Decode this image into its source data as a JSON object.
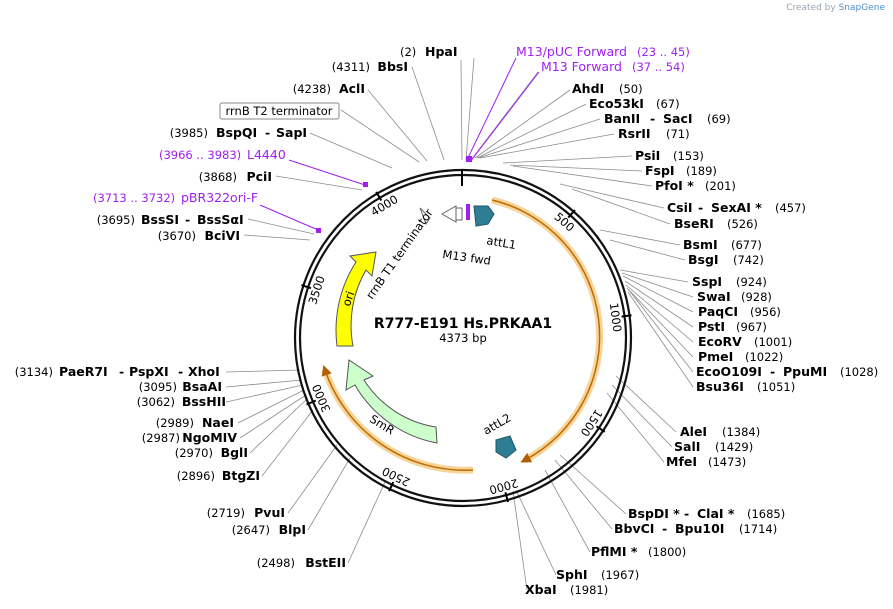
{
  "plasmid": {
    "name": "R777-E191 Hs.PRKAA1",
    "length_label": "4373 bp",
    "length": 4373
  },
  "credit": {
    "prefix": "Created by",
    "brand": "SnapGene"
  },
  "colors": {
    "ori": "#ffff00",
    "smr": "#ccffcc",
    "att": "#2e7d94",
    "primer": "#a020f0",
    "frame": "#f5a623"
  },
  "ticks": [
    "500",
    "1000",
    "1500",
    "2000",
    "2500",
    "3000",
    "3500",
    "4000"
  ],
  "features": {
    "rrnb_t1": "rrnB T1 terminator",
    "ori": "ori",
    "smr": "SmR",
    "attl1": "attL1",
    "m13fwd": "M13 fwd",
    "attl2": "attL2",
    "rrnb_t2": "rrnB T2 terminator"
  },
  "primers": [
    {
      "name": "M13/pUC Forward",
      "pos": "(23 .. 45)"
    },
    {
      "name": "M13 Forward",
      "pos": "(37 .. 54)"
    },
    {
      "name": "L4440",
      "pos": "(3966 .. 3983)"
    },
    {
      "name": "pBR322ori-F",
      "pos": "(3713 .. 3732)"
    }
  ],
  "sites_right": [
    {
      "name": "HpaI",
      "pos": "(2)"
    },
    {
      "name": "AhdI",
      "pos": "(50)"
    },
    {
      "name": "Eco53kI",
      "pos": "(67)"
    },
    {
      "name": "BanII",
      "sep": "-",
      "name2": "SacI",
      "pos": "(69)"
    },
    {
      "name": "RsrII",
      "pos": "(71)"
    },
    {
      "name": "PsiI",
      "pos": "(153)"
    },
    {
      "name": "FspI",
      "pos": "(189)"
    },
    {
      "name": "PfoI *",
      "pos": "(201)"
    },
    {
      "name": "CsiI",
      "sep": "-",
      "name2": "SexAI *",
      "pos": "(457)"
    },
    {
      "name": "BseRI",
      "pos": "(526)"
    },
    {
      "name": "BsmI",
      "pos": "(677)"
    },
    {
      "name": "BsgI",
      "pos": "(742)"
    },
    {
      "name": "SspI",
      "pos": "(924)"
    },
    {
      "name": "SwaI",
      "pos": "(928)"
    },
    {
      "name": "PaqCI",
      "pos": "(956)"
    },
    {
      "name": "PstI",
      "pos": "(967)"
    },
    {
      "name": "EcoRV",
      "pos": "(1001)"
    },
    {
      "name": "PmeI",
      "pos": "(1022)"
    },
    {
      "name": "EcoO109I",
      "sep": "-",
      "name2": "PpuMI",
      "pos": "(1028)"
    },
    {
      "name": "Bsu36I",
      "pos": "(1051)"
    },
    {
      "name": "AleI",
      "pos": "(1384)"
    },
    {
      "name": "SalI",
      "pos": "(1429)"
    },
    {
      "name": "MfeI",
      "pos": "(1473)"
    },
    {
      "name": "BspDI *",
      "sep": "-",
      "name2": "ClaI *",
      "pos": "(1685)"
    },
    {
      "name": "BbvCI",
      "sep": "-",
      "name2": "Bpu10I",
      "pos": "(1714)"
    },
    {
      "name": "PflMI *",
      "pos": "(1800)"
    },
    {
      "name": "SphI",
      "pos": "(1967)"
    },
    {
      "name": "XbaI",
      "pos": "(1981)"
    }
  ],
  "sites_left": [
    {
      "name": "BbsI",
      "pos": "(4311)"
    },
    {
      "name": "AclI",
      "pos": "(4238)"
    },
    {
      "name": "BspQI",
      "sep": "-",
      "name2": "SapI",
      "pos": "(3985)"
    },
    {
      "name": "PciI",
      "pos": "(3868)"
    },
    {
      "name": "BssSI",
      "sep": "-",
      "name2": "BssSαI",
      "pos": "(3695)"
    },
    {
      "name": "BciVI",
      "pos": "(3670)"
    },
    {
      "name": "PaeR7I",
      "sep": "-",
      "name2": "PspXI",
      "sep2": "-",
      "name3": "XhoI",
      "pos": "(3134)"
    },
    {
      "name": "BsaAI",
      "pos": "(3095)"
    },
    {
      "name": "BssHII",
      "pos": "(3062)"
    },
    {
      "name": "NaeI",
      "pos": "(2989)"
    },
    {
      "name": "NgoMIV",
      "pos": "(2987)"
    },
    {
      "name": "BglI",
      "pos": "(2970)"
    },
    {
      "name": "BtgZI",
      "pos": "(2896)"
    },
    {
      "name": "PvuI",
      "pos": "(2719)"
    },
    {
      "name": "BlpI",
      "pos": "(2647)"
    },
    {
      "name": "BstEII",
      "pos": "(2498)"
    }
  ]
}
